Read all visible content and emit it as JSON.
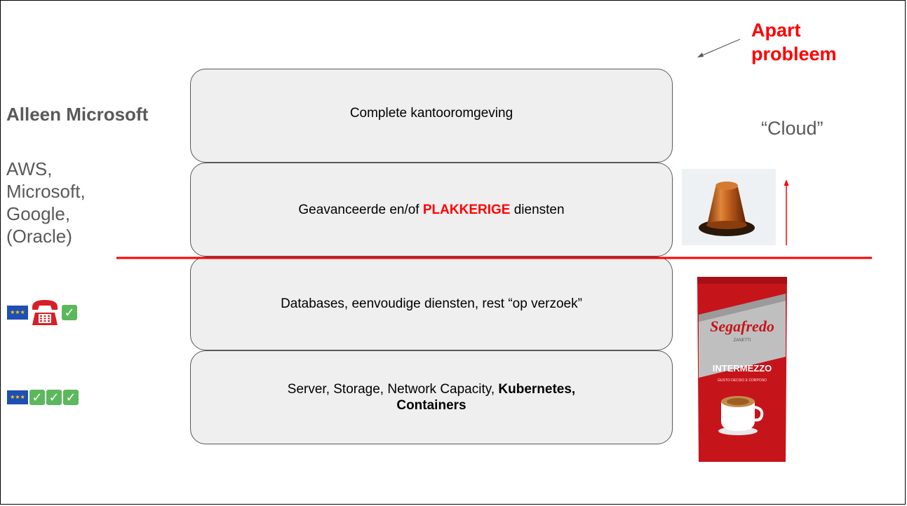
{
  "layers": [
    {
      "text": "Complete kantooromgeving"
    },
    {
      "text_before": "Geavanceerde en/of ",
      "text_highlight": "PLAKKERIGE",
      "text_after": " diensten"
    },
    {
      "text": "Databases, eenvoudige diensten, rest “op verzoek”"
    },
    {
      "text_line1": "Server, Storage, Network Capacity, ",
      "text_line1_bold": "Kubernetes,",
      "text_line2_bold": "Containers"
    }
  ],
  "left_labels": {
    "ms_only": "Alleen Microsoft",
    "providers": [
      "AWS,",
      "Microsoft,",
      "Google,",
      "(Oracle)"
    ]
  },
  "right_labels": {
    "apart_line1": "Apart",
    "apart_line2": "probleem",
    "cloud": "“Cloud”"
  },
  "coffee_bag": {
    "brand": "Segafredo",
    "subbrand": "ZANETTI",
    "product": "INTERMEZZO",
    "tagline": "GUSTO DECISO E CORPOSO"
  },
  "icons": {
    "row1": [
      "eu-flag-icon",
      "telephone-icon",
      "check-icon"
    ],
    "row2": [
      "eu-flag-icon",
      "check-icon",
      "check-icon",
      "check-icon"
    ]
  },
  "colors": {
    "accent_red": "#ff0000",
    "layer_fill": "#efefef",
    "label_gray": "#595959",
    "check_green": "#5cb85c",
    "eu_blue": "#1f4fb4"
  }
}
